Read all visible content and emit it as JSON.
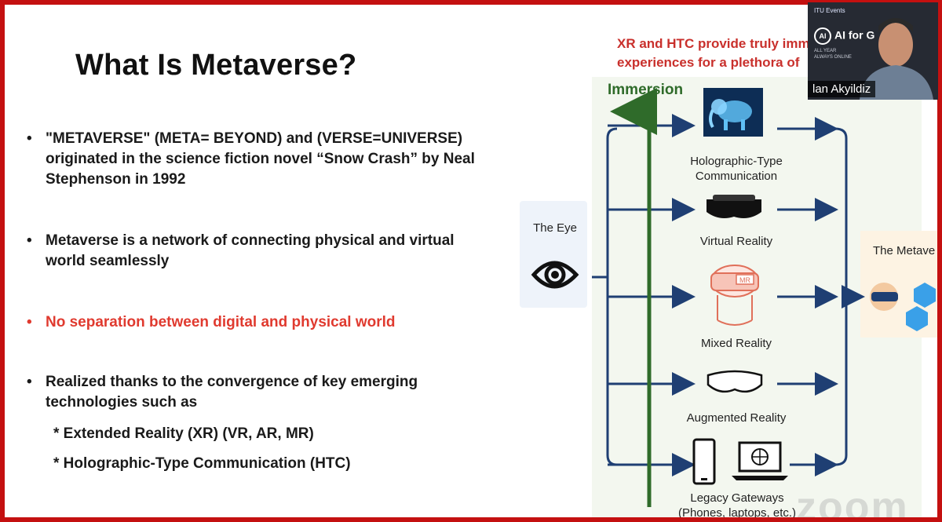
{
  "slide": {
    "title": "What Is Metaverse?",
    "bullet_symbol": "•",
    "bullets": [
      "\"METAVERSE\" (META= BEYOND) and (VERSE=UNIVERSE) originated in the science fiction novel “Snow Crash” by Neal Stephenson in 1992",
      "Metaverse is a network of connecting physical and virtual world seamlessly",
      "No separation between digital and physical world",
      "Realized thanks to the convergence of key emerging technologies such as"
    ],
    "sub_bullets": [
      "* Extended Reality (XR)  (VR, AR, MR)",
      "* Holographic-Type Communication (HTC)"
    ]
  },
  "diagram": {
    "note_line1": "XR and HTC provide truly imm",
    "note_line2": "experiences for a plethora of",
    "axis_label": "Immersion",
    "input_label": "The Eye",
    "output_label": "The Metave",
    "mr_badge": "MR",
    "technologies": {
      "htc_line1": "Holographic-Type",
      "htc_line2": "Communication",
      "vr": "Virtual Reality",
      "mr": "Mixed Reality",
      "ar": "Augmented Reality",
      "legacy_line1": "Legacy Gateways",
      "legacy_line2": "(Phones, laptops, etc.)"
    }
  },
  "video_overlay": {
    "events_logo": "ITU Events",
    "event_name": "AI for G",
    "badge_text": "AI",
    "tagline_line1": "ALL YEAR",
    "tagline_line2": "ALWAYS ONLINE",
    "speaker_name": "lan Akyildiz"
  },
  "watermark": "zoom",
  "colors": {
    "border": "#c41010",
    "highlight_text": "#e03a2f",
    "note_text": "#c9302c",
    "immersion_arrow": "#2f6b2a",
    "flow_arrows": "#1f3f73",
    "hologram": "#3aa0e8"
  }
}
